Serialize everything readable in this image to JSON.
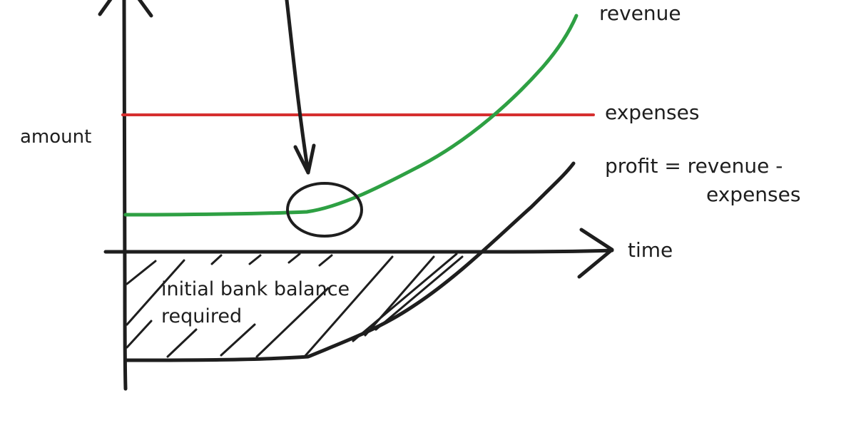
{
  "labels": {
    "revenue": "revenue",
    "expenses": "expenses",
    "profit_line1": "profit = revenue -",
    "profit_line2": "expenses",
    "amount": "amount",
    "time": "time",
    "bank_line1": "initial bank balance",
    "bank_line2": "required"
  },
  "colors": {
    "revenue": "#2ea043",
    "expenses": "#d62f2f",
    "ink": "#1e1e1e"
  }
}
